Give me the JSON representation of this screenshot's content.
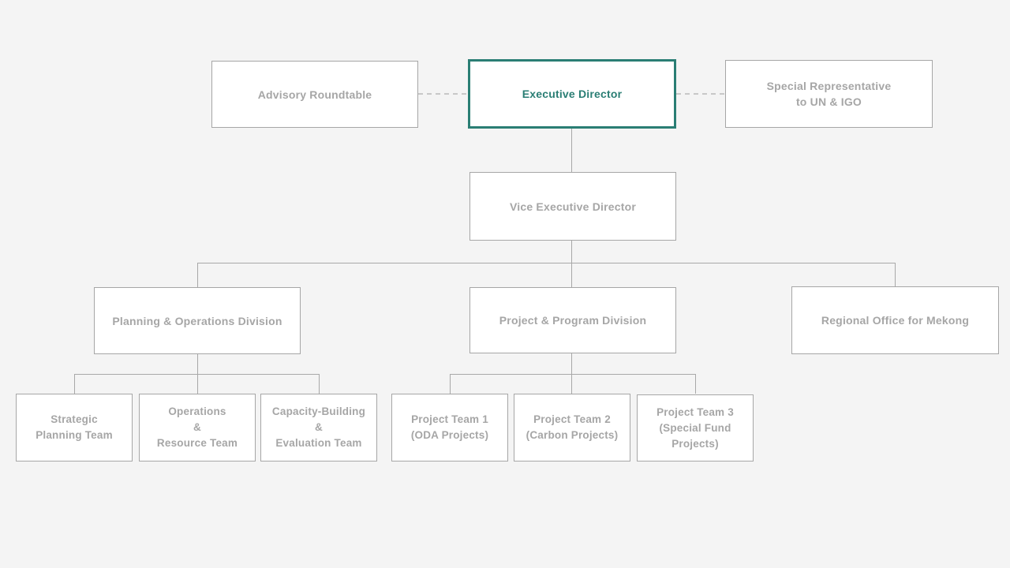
{
  "diagram": {
    "type": "org-chart",
    "colors": {
      "background": "#f4f4f4",
      "box_background": "#ffffff",
      "box_border": "#a6a6a6",
      "text_gray": "#a6a6a6",
      "accent_teal": "#2a7e74",
      "connector_solid": "#a8a8a8",
      "connector_dashed": "#c8c8c8"
    },
    "nodes": {
      "advisory": {
        "label": "Advisory Roundtable"
      },
      "executive": {
        "label": "Executive Director",
        "highlighted": true
      },
      "special_representative": {
        "label": "Special Representative\nto UN & IGO"
      },
      "vice": {
        "label": "Vice Executive Director"
      },
      "planning_division": {
        "label": "Planning & Operations Division"
      },
      "project_division": {
        "label": "Project & Program Division"
      },
      "regional_office": {
        "label": "Regional Office for Mekong"
      },
      "strategic_planning_team": {
        "label": "Strategic\nPlanning Team"
      },
      "operations_resource_team": {
        "label": "Operations\n&\nResource Team"
      },
      "capacity_building_team": {
        "label": "Capacity-Building\n&\nEvaluation Team"
      },
      "project_team_1": {
        "label": "Project Team 1\n(ODA Projects)"
      },
      "project_team_2": {
        "label": "Project Team 2\n(Carbon Projects)"
      },
      "project_team_3": {
        "label": "Project Team 3\n(Special Fund\nProjects)"
      }
    },
    "edges": [
      {
        "from": "advisory",
        "to": "executive",
        "style": "dashed"
      },
      {
        "from": "executive",
        "to": "special_representative",
        "style": "dashed"
      },
      {
        "from": "executive",
        "to": "vice",
        "style": "solid"
      },
      {
        "from": "vice",
        "to": "planning_division",
        "style": "solid"
      },
      {
        "from": "vice",
        "to": "project_division",
        "style": "solid"
      },
      {
        "from": "vice",
        "to": "regional_office",
        "style": "solid"
      },
      {
        "from": "planning_division",
        "to": "strategic_planning_team",
        "style": "solid"
      },
      {
        "from": "planning_division",
        "to": "operations_resource_team",
        "style": "solid"
      },
      {
        "from": "planning_division",
        "to": "capacity_building_team",
        "style": "solid"
      },
      {
        "from": "project_division",
        "to": "project_team_1",
        "style": "solid"
      },
      {
        "from": "project_division",
        "to": "project_team_2",
        "style": "solid"
      },
      {
        "from": "project_division",
        "to": "project_team_3",
        "style": "solid"
      }
    ]
  }
}
